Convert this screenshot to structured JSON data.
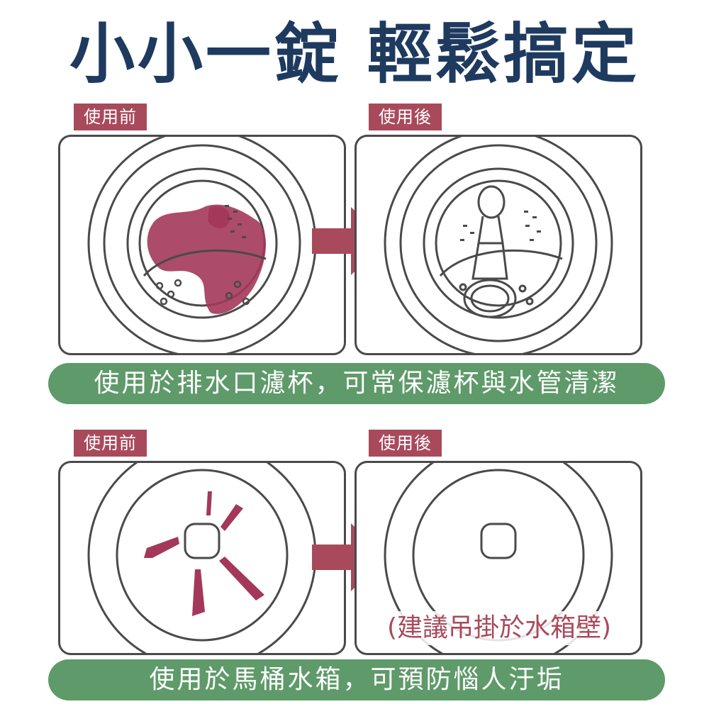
{
  "headline": "小小一錠 輕鬆搞定",
  "section1": {
    "before_label": "使用前",
    "after_label": "使用後",
    "caption": "使用於排水口濾杯，可常保濾杯與水管清潔"
  },
  "section2": {
    "before_label": "使用前",
    "after_label": "使用後",
    "note": "(建議吊掛於水箱壁)",
    "caption": "使用於馬桶水箱，可預防惱人汙垢"
  },
  "colors": {
    "headline": "#1e3a5f",
    "tag": "#a84a5c",
    "arrow": "#a84a5c",
    "stain": "#a3385a",
    "banner": "#5f9a6a",
    "outline": "#4a4a4a"
  },
  "icons": [
    "right-arrow-icon"
  ]
}
